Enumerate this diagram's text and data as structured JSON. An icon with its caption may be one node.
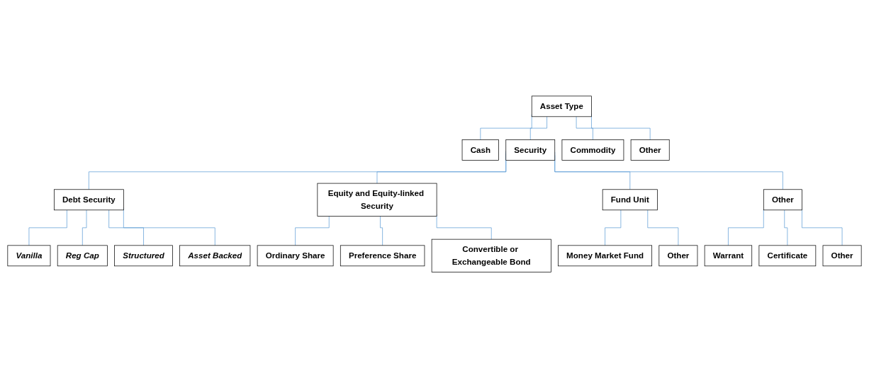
{
  "diagram": {
    "nodes": [
      {
        "text": [
          "Asset Type"
        ]
      },
      {
        "text": [
          "Cash"
        ]
      },
      {
        "text": [
          "Security"
        ]
      },
      {
        "text": [
          "Commodity"
        ]
      },
      {
        "text": [
          "Other"
        ]
      },
      {
        "text": [
          "Debt Security"
        ]
      },
      {
        "text": [
          "Equity and Equity-linked Security"
        ]
      },
      {
        "text": [
          "Fund Unit"
        ]
      },
      {
        "text": [
          "Other"
        ]
      },
      {
        "text": [
          "Vanilla"
        ]
      },
      {
        "text": [
          "Reg Cap"
        ]
      },
      {
        "text": [
          "Structured"
        ]
      },
      {
        "text": [
          "Asset Backed"
        ]
      },
      {
        "text": [
          "Ordinary Share"
        ]
      },
      {
        "text": [
          "Preference Share"
        ]
      },
      {
        "text": [
          "Convertible or Exchangeable Bond"
        ]
      },
      {
        "text": [
          "Money Market Fund"
        ]
      },
      {
        "text": [
          "Other"
        ]
      },
      {
        "text": [
          "Warrant"
        ]
      },
      {
        "text": [
          "Certificate"
        ]
      },
      {
        "text": [
          "Other"
        ]
      }
    ],
    "edges": [
      {
        "from": 0,
        "to": 1,
        "arrow": "none"
      },
      {
        "from": 0,
        "to": 2,
        "arrow": "none"
      },
      {
        "from": 0,
        "to": 3,
        "arrow": "none"
      },
      {
        "from": 0,
        "to": 4,
        "arrow": "none"
      },
      {
        "from": 2,
        "to": 5,
        "arrow": "none"
      },
      {
        "from": 2,
        "to": 6,
        "arrow": "none"
      },
      {
        "from": 2,
        "to": 7,
        "arrow": "none"
      },
      {
        "from": 2,
        "to": 8,
        "arrow": "none"
      },
      {
        "from": 5,
        "to": 9,
        "arrow": "none"
      },
      {
        "from": 5,
        "to": 10,
        "arrow": "none"
      },
      {
        "from": 5,
        "to": 11,
        "arrow": "none"
      },
      {
        "from": 5,
        "to": 12,
        "arrow": "none"
      },
      {
        "from": 6,
        "to": 13,
        "arrow": "none"
      },
      {
        "from": 6,
        "to": 14,
        "arrow": "none"
      },
      {
        "from": 6,
        "to": 15,
        "arrow": "none"
      },
      {
        "from": 7,
        "to": 16,
        "arrow": "none"
      },
      {
        "from": 7,
        "to": 17,
        "arrow": "none"
      },
      {
        "from": 8,
        "to": 18,
        "arrow": "none"
      },
      {
        "from": 8,
        "to": 19,
        "arrow": "none"
      },
      {
        "from": 8,
        "to": 20,
        "arrow": "none"
      }
    ]
  }
}
